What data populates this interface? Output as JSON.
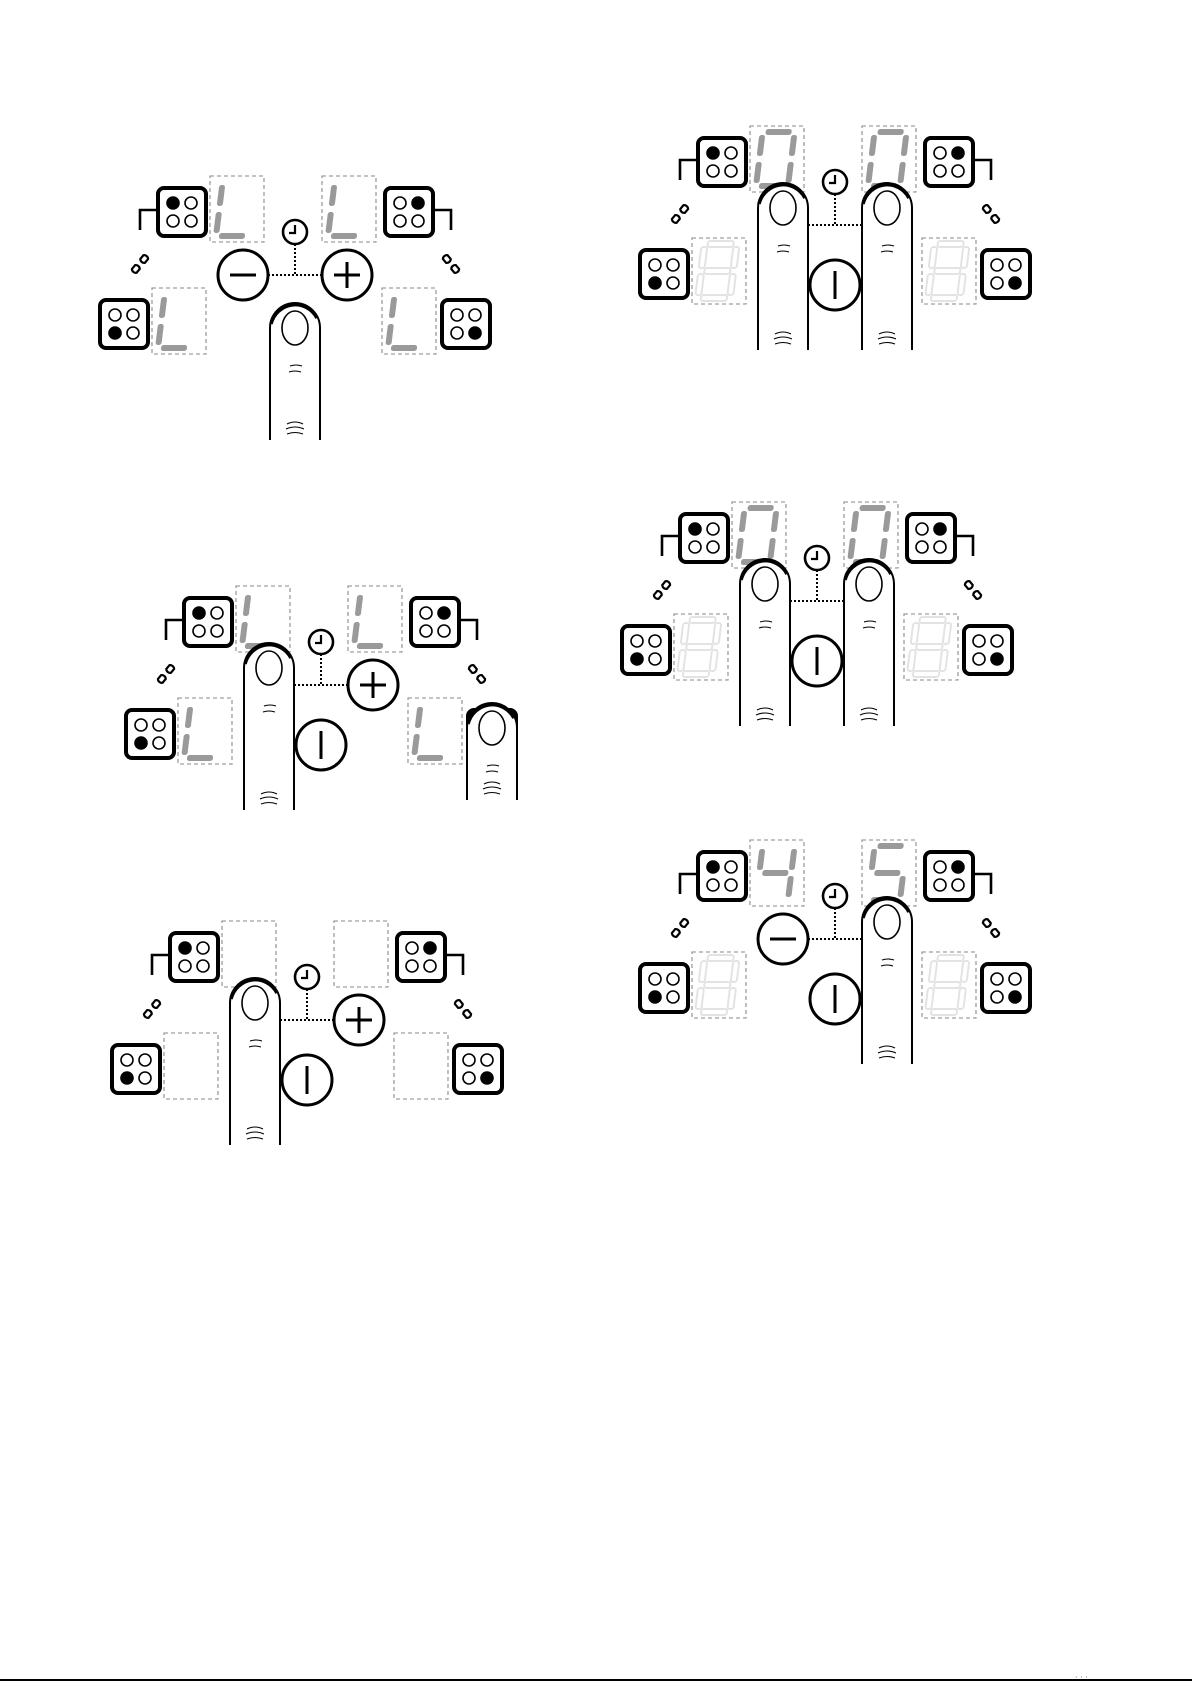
{
  "colors": {
    "ink": "#000000",
    "digit_lit": "#9a9a9a",
    "digit_dim": "#e3e3e3",
    "dash_box": "#8a8a8a"
  },
  "icons": [
    "hob-zone-icon",
    "bridge-link-icon",
    "timer-clock-icon",
    "minus-icon",
    "plus-icon",
    "on-off-icon",
    "finger-press-icon"
  ],
  "panels": [
    {
      "id": "panel-1",
      "displays": {
        "front_left": "L",
        "rear_left": "L",
        "rear_right": "L",
        "front_right": "L"
      },
      "lit": {
        "front_left": true,
        "rear_left": true,
        "rear_right": true,
        "front_right": true
      },
      "buttons": {
        "minus": true,
        "plus": true,
        "onoff": false
      },
      "fingers": [
        {
          "zone": "center-low"
        }
      ]
    },
    {
      "id": "panel-2",
      "displays": {
        "front_left": "L",
        "rear_left": "L",
        "rear_right": "L",
        "front_right": "L"
      },
      "lit": {
        "front_left": true,
        "rear_left": true,
        "rear_right": true,
        "front_right": true
      },
      "buttons": {
        "minus": false,
        "plus": true,
        "onoff": true
      },
      "fingers": [
        {
          "zone": "minus"
        },
        {
          "zone": "front-right-zone"
        }
      ]
    },
    {
      "id": "panel-3",
      "displays": {
        "front_left": "",
        "rear_left": "",
        "rear_right": "",
        "front_right": ""
      },
      "lit": {
        "front_left": false,
        "rear_left": false,
        "rear_right": false,
        "front_right": false
      },
      "buttons": {
        "minus": false,
        "plus": true,
        "onoff": true
      },
      "fingers": [
        {
          "zone": "minus"
        }
      ]
    },
    {
      "id": "panel-4",
      "displays": {
        "front_left": "8",
        "rear_left": "0",
        "rear_right": "0",
        "front_right": "8"
      },
      "lit": {
        "front_left": false,
        "rear_left": true,
        "rear_right": true,
        "front_right": false
      },
      "buttons": {
        "minus": false,
        "plus": false,
        "onoff": true
      },
      "fingers": [
        {
          "zone": "minus"
        },
        {
          "zone": "plus"
        }
      ]
    },
    {
      "id": "panel-5",
      "displays": {
        "front_left": "8",
        "rear_left": "0",
        "rear_right": "0",
        "front_right": "8"
      },
      "lit": {
        "front_left": false,
        "rear_left": true,
        "rear_right": true,
        "front_right": false
      },
      "buttons": {
        "minus": false,
        "plus": false,
        "onoff": true
      },
      "fingers": [
        {
          "zone": "minus"
        },
        {
          "zone": "plus"
        }
      ]
    },
    {
      "id": "panel-6",
      "displays": {
        "front_left": "8",
        "rear_left": "4",
        "rear_right": "5",
        "front_right": "8"
      },
      "lit": {
        "front_left": false,
        "rear_left": true,
        "rear_right": true,
        "front_right": false
      },
      "buttons": {
        "minus": true,
        "plus": false,
        "onoff": true
      },
      "fingers": [
        {
          "zone": "plus"
        }
      ]
    }
  ],
  "footer": {
    "code": "· · ·"
  }
}
